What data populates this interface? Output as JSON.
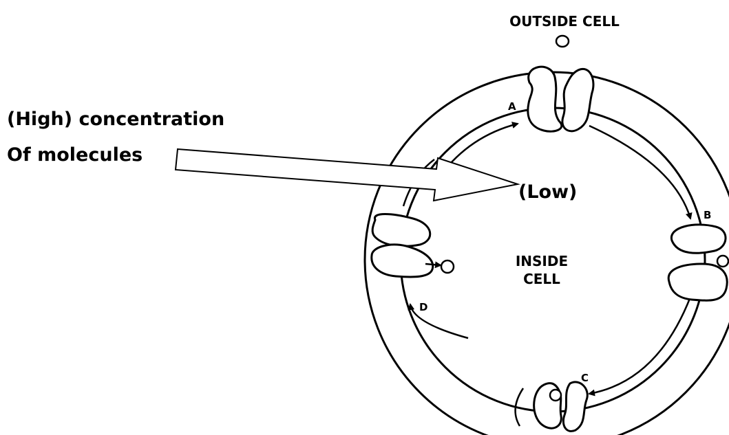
{
  "labels": {
    "outside_cell": "OUTSIDE CELL",
    "inside_cell_line1": "INSIDE",
    "inside_cell_line2": "CELL",
    "high_line1": "(High) concentration",
    "high_line2": "Of molecules",
    "low": "(Low)"
  },
  "steps": [
    "A",
    "B",
    "C",
    "D"
  ]
}
